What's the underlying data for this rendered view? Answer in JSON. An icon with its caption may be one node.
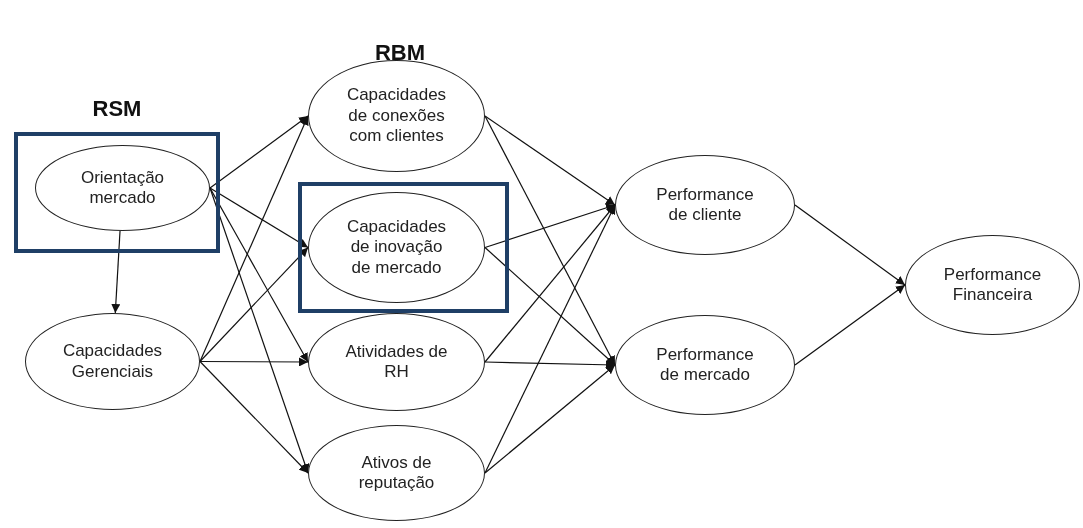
{
  "diagram": {
    "nodes": [
      {
        "text": [
          "RSM"
        ]
      },
      {
        "text": [
          "Orientação mercado"
        ],
        "in": 0
      },
      {
        "text": [
          "Capacidades Gerenciais"
        ]
      },
      {
        "text": [
          "Capacidades de conexões com clientes"
        ]
      },
      {
        "text": [],
        "shape": "box"
      },
      {
        "text": [
          "Capacidades de inovação de mercado"
        ],
        "in": 4
      },
      {
        "text": [
          "Atividades de RH"
        ]
      },
      {
        "text": [
          "Ativos de reputação"
        ]
      },
      {
        "text": [
          "Performance de cliente"
        ]
      },
      {
        "text": [
          "Performance de mercado"
        ]
      },
      {
        "text": [
          "Performance Financeira"
        ]
      }
    ],
    "edges": [
      {
        "from": 1,
        "to": 2,
        "arrow": "to"
      },
      {
        "from": 1,
        "to": 3,
        "arrow": "to"
      },
      {
        "from": 1,
        "to": 5,
        "arrow": "to"
      },
      {
        "from": 1,
        "to": 6,
        "arrow": "to"
      },
      {
        "from": 1,
        "to": 7,
        "arrow": "to"
      },
      {
        "from": 2,
        "to": 3,
        "arrow": "to"
      },
      {
        "from": 2,
        "to": 5,
        "arrow": "to"
      },
      {
        "from": 2,
        "to": 6,
        "arrow": "to"
      },
      {
        "from": 2,
        "to": 7,
        "arrow": "to"
      },
      {
        "from": 3,
        "to": 8,
        "arrow": "to"
      },
      {
        "from": 3,
        "to": 9,
        "arrow": "to"
      },
      {
        "from": 5,
        "to": 8,
        "arrow": "to"
      },
      {
        "from": 5,
        "to": 9,
        "arrow": "to"
      },
      {
        "from": 6,
        "to": 8,
        "arrow": "to"
      },
      {
        "from": 6,
        "to": 9,
        "arrow": "to"
      },
      {
        "from": 7,
        "to": 8,
        "arrow": "to"
      },
      {
        "from": 7,
        "to": 9,
        "arrow": "to"
      },
      {
        "from": 8,
        "to": 10,
        "arrow": "to"
      },
      {
        "from": 9,
        "to": 10,
        "arrow": "to"
      }
    ],
    "labels": [
      "RBM"
    ]
  }
}
